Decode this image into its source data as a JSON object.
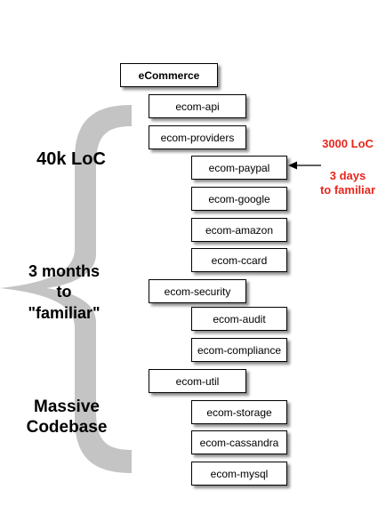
{
  "modules": {
    "ecommerce": "eCommerce",
    "api": "ecom-api",
    "providers": "ecom-providers",
    "paypal": "ecom-paypal",
    "google": "ecom-google",
    "amazon": "ecom-amazon",
    "ccard": "ecom-ccard",
    "security": "ecom-security",
    "audit": "ecom-audit",
    "compliance": "ecom-compliance",
    "util": "ecom-util",
    "storage": "ecom-storage",
    "cassandra": "ecom-cassandra",
    "mysql": "ecom-mysql"
  },
  "left_labels": {
    "loc": "40k LoC",
    "time_line1": "3 months",
    "time_line2": "to",
    "time_line3": "\"familiar\"",
    "size_line1": "Massive",
    "size_line2": "Codebase"
  },
  "annotation": {
    "loc": "3000 LoC",
    "days_line1": "3 days",
    "days_line2": "to familiar"
  },
  "colors": {
    "annotation": "#e8261c",
    "brace": "#c4c4c4",
    "box_border": "#000000"
  }
}
